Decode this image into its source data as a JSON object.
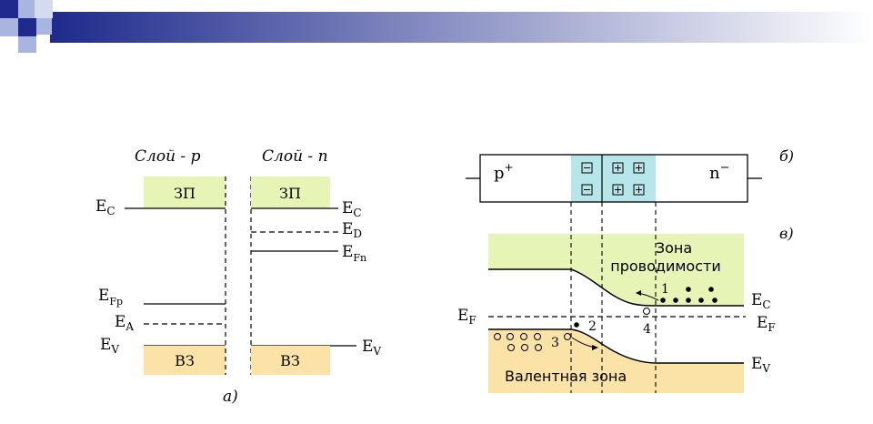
{
  "colors": {
    "header_start": "#1e2a8c",
    "header_end": "#ffffff",
    "square_dark": "#1e2a8c",
    "square_light": "#aab4e0",
    "conduction_band": "#e6f5b6",
    "valence_band": "#fbe2a6",
    "depletion": "#b6e6ea",
    "line": "#000000"
  },
  "diagram_a": {
    "caption": "а)",
    "layer_p": "Слой - p",
    "layer_n": "Слой - n",
    "conduction_band": "ЗП",
    "valence_band": "ВЗ",
    "labels": {
      "ec": "E",
      "ec_sub": "C",
      "ev": "E",
      "ev_sub": "V",
      "ed": "E",
      "ed_sub": "D",
      "efn": "E",
      "efn_sub": "Fn",
      "efp": "E",
      "efp_sub": "Fp",
      "ea": "E",
      "ea_sub": "A"
    }
  },
  "diagram_b": {
    "caption": "б)",
    "p_label": "p",
    "p_sup": "+",
    "n_label": "n",
    "n_sup": "−"
  },
  "diagram_v": {
    "caption": "в)",
    "conduction_line1": "Зона",
    "conduction_line2": "проводимости",
    "valence": "Валентная зона",
    "labels": {
      "ec": "E",
      "ec_sub": "C",
      "ev": "E",
      "ev_sub": "V",
      "ef": "E",
      "ef_sub": "F"
    },
    "markers": [
      "1",
      "2",
      "3",
      "4"
    ]
  }
}
